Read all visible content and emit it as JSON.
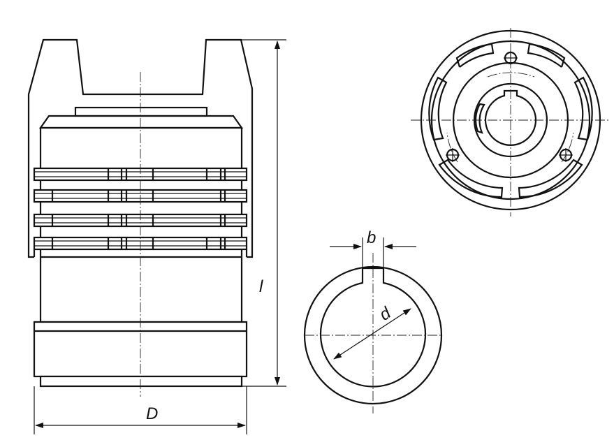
{
  "labels": {
    "D": "D",
    "l": "l",
    "b": "b",
    "d": "d"
  },
  "colors": {
    "line": "#111111",
    "background": "#ffffff"
  }
}
